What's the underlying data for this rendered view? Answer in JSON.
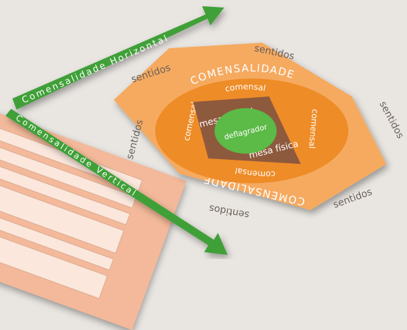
{
  "arrows": {
    "horizontal_label": "Comensalidade Horizontal",
    "vertical_label": "Comensalidade Vertical"
  },
  "hexagon": {
    "title_top": "COMENSALIDADE",
    "title_bottom": "COMENSALIDADE"
  },
  "ring": {
    "top": "comensal",
    "right": "comensal",
    "bottom": "comensal",
    "left": "comensal"
  },
  "table": {
    "virtual": "mesa virtual",
    "physical": "mesa física"
  },
  "center": {
    "label": "deflagrador"
  },
  "directions": {
    "top": "sentidos",
    "top_left": "sentidos",
    "right": "sentidos",
    "bottom_right": "sentidos",
    "bottom": "sentidos",
    "left": "sentidos"
  },
  "colors": {
    "arrow_green": "#3fa038",
    "hexagon": "#f5aa60",
    "ring": "#ee8c27",
    "table": "#8e5a3e",
    "center": "#5cba47",
    "label_text": "#ffffff",
    "direction_text": "#6a5f57"
  }
}
